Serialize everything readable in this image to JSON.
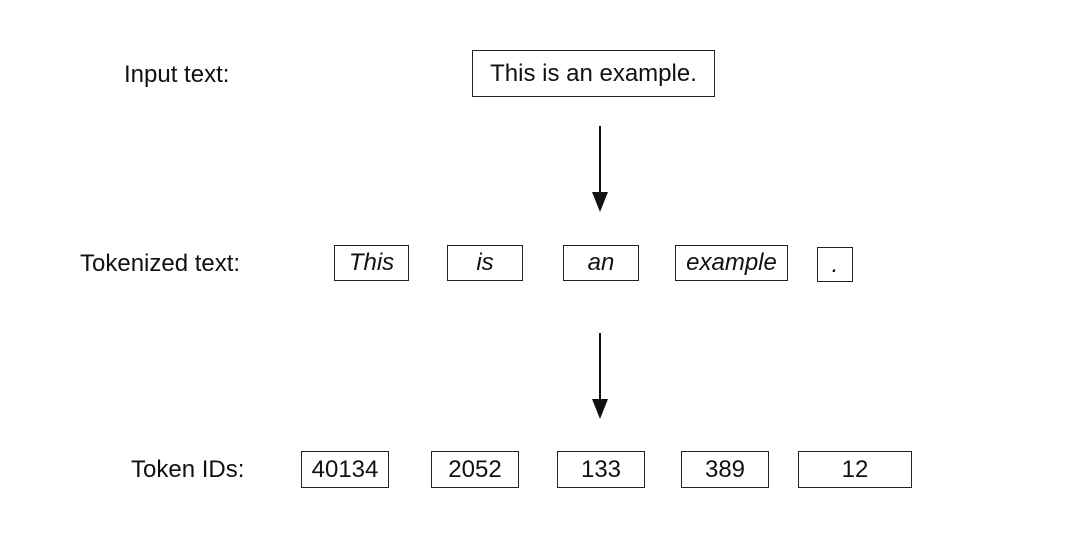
{
  "diagram": {
    "input_label": "Input text:",
    "input_text": "This is an example.",
    "tokenized_label": "Tokenized text:",
    "tokens": [
      "This",
      "is",
      "an",
      "example",
      "."
    ],
    "ids_label": "Token IDs:",
    "token_ids": [
      "40134",
      "2052",
      "133",
      "389",
      "12"
    ]
  }
}
